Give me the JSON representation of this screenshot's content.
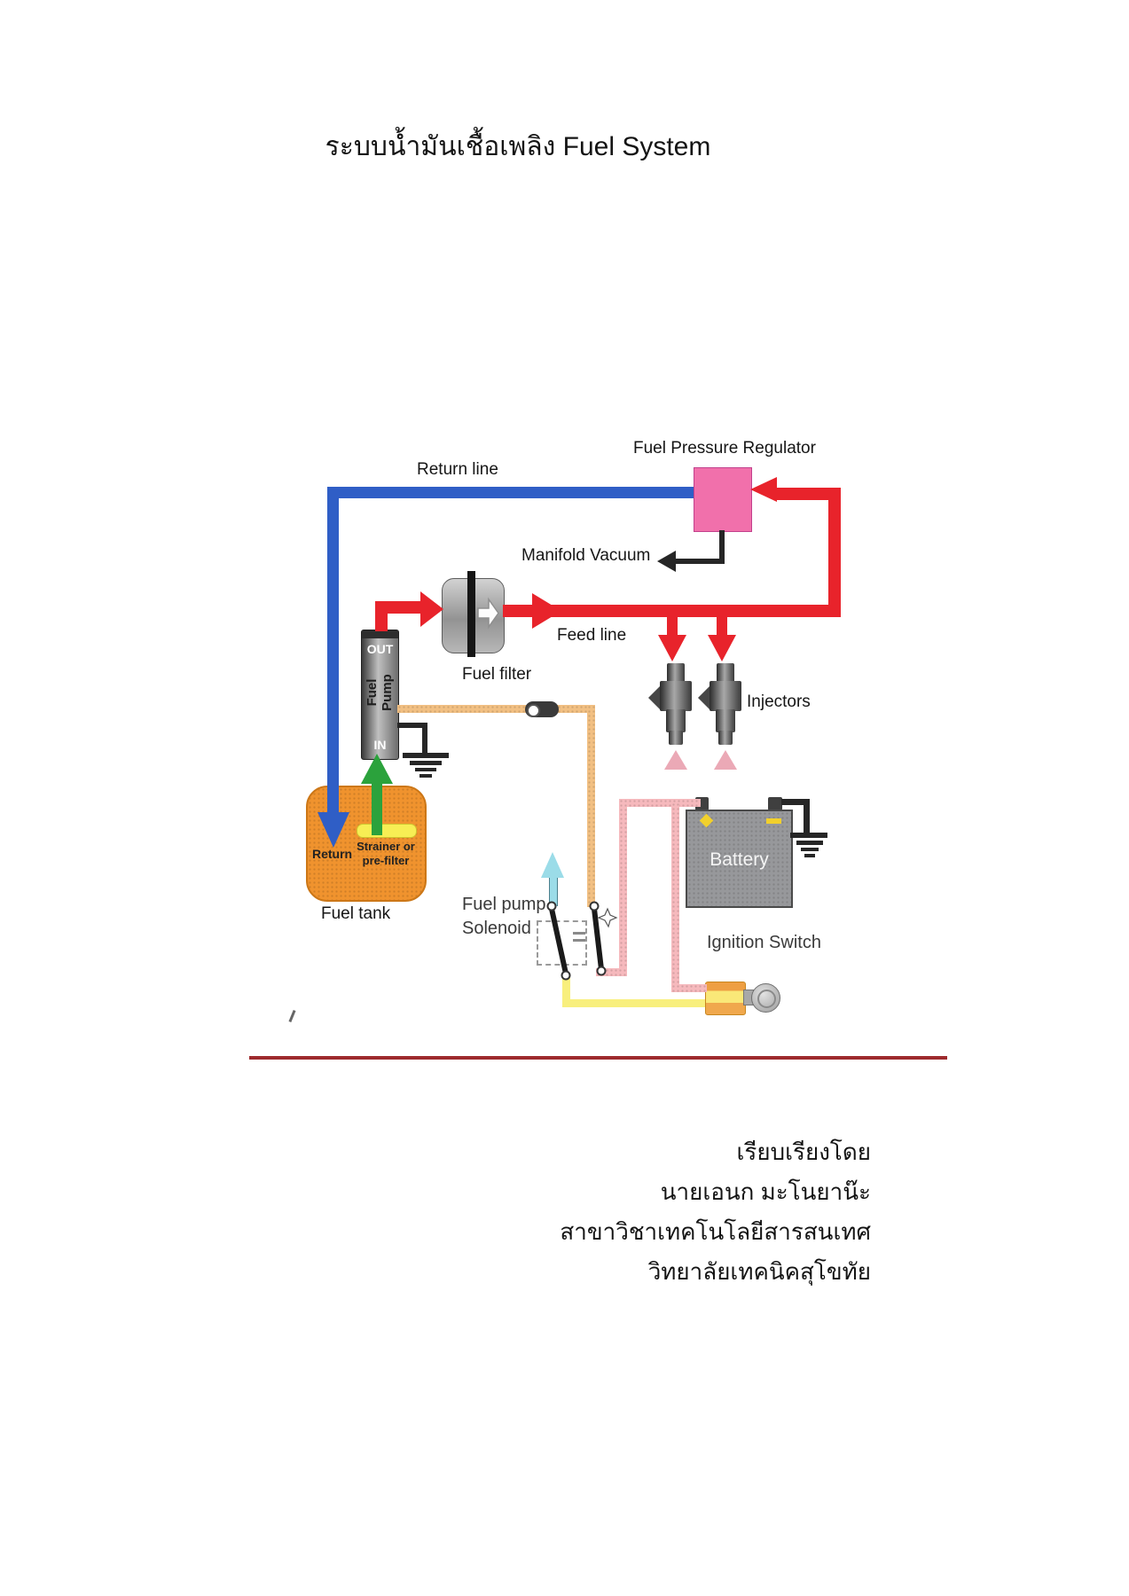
{
  "page": {
    "title": "ระบบน้ำมันเชื้อเพลิง Fuel System"
  },
  "diagram": {
    "labels": {
      "fuel_pressure_regulator": "Fuel Pressure Regulator",
      "return_line": "Return line",
      "manifold_vacuum": "Manifold Vacuum",
      "feed_line": "Feed line",
      "fuel_filter": "Fuel filter",
      "injectors": "Injectors",
      "fuel_tank": "Fuel tank",
      "battery": "Battery",
      "ignition_switch": "Ignition Switch",
      "fuel_pump_solenoid_line1": "Fuel pump",
      "fuel_pump_solenoid_line2": "Solenoid",
      "pump_out": "OUT",
      "pump_line1": "Fuel",
      "pump_line2": "Pump",
      "pump_in": "IN",
      "tank_return": "Return",
      "tank_strainer_line1": "Strainer or",
      "tank_strainer_line2": "pre-filter"
    },
    "colors": {
      "feed_line_red": "#e8232b",
      "return_line_blue": "#2f5ec6",
      "regulator_pink": "#f170ab",
      "tank_orange": "#f0932e",
      "strainer_yellow": "#f7ee54",
      "wire_orange": "#f2c083",
      "wire_pink": "#f6b9bd",
      "wire_yellow": "#f8ef7d",
      "arrow_green": "#2ba23c",
      "arrow_cyan": "#9bdce8",
      "separator_red": "#9e2b2e"
    }
  },
  "credits": {
    "lines": [
      "เรียบเรียงโดย",
      "นายเอนก มะโนยาน๊ะ",
      "สาขาวิชาเทคโนโลยีสารสนเทศ",
      "วิทยาลัยเทคนิคสุโขทัย"
    ]
  }
}
